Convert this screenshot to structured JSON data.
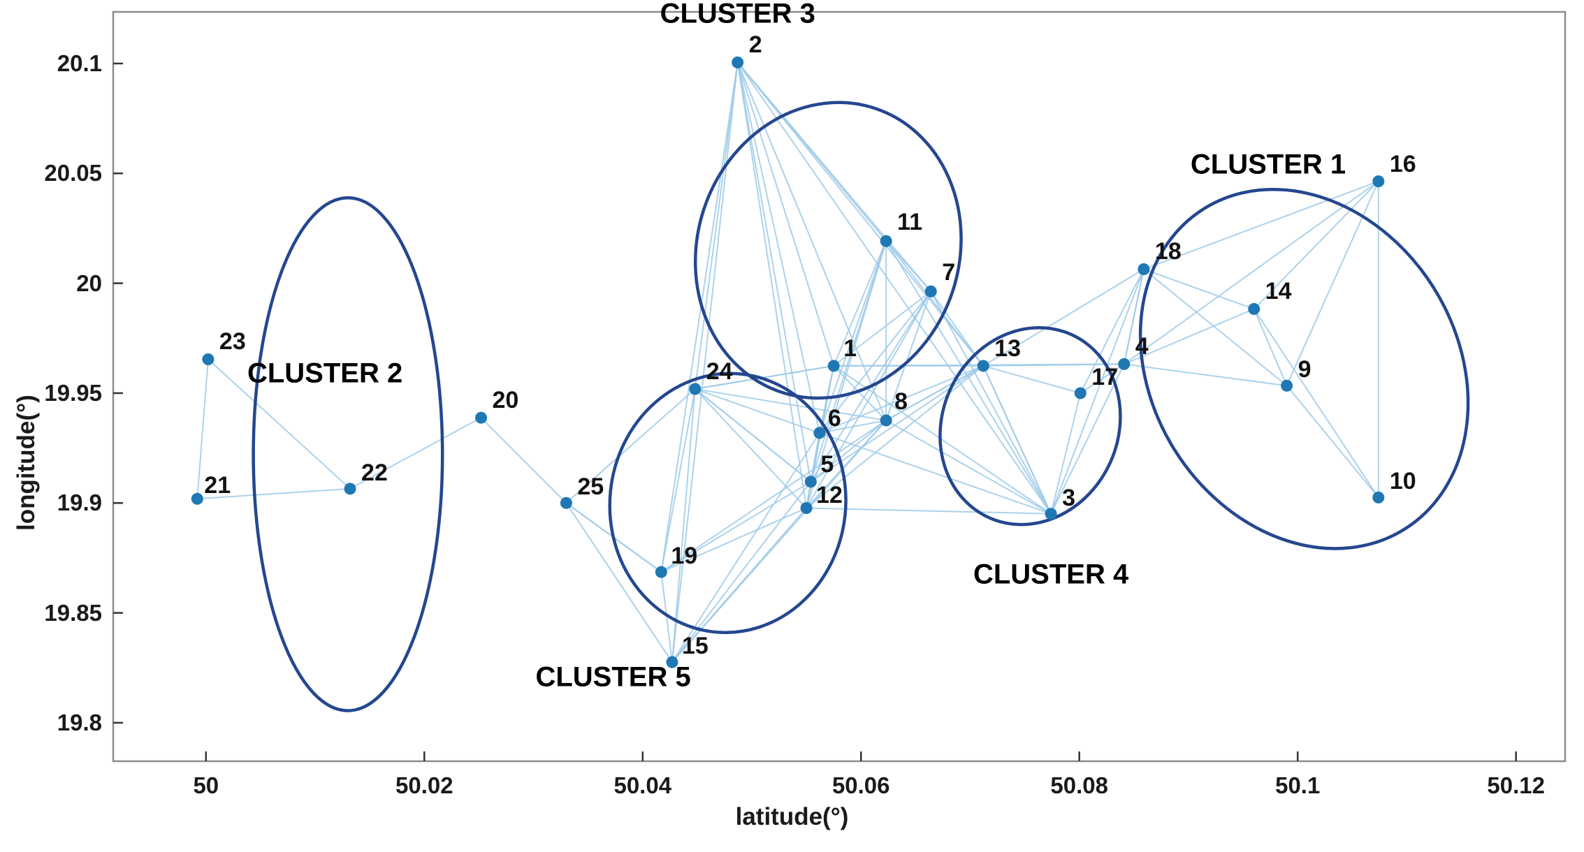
{
  "chart_data": {
    "type": "scatter",
    "title": "",
    "xlabel": "latitude(°)",
    "ylabel": "longitude(°)",
    "xlim": [
      49.9915,
      50.1245
    ],
    "ylim": [
      19.7825,
      20.1235
    ],
    "xticks": [
      50,
      50.02,
      50.04,
      50.06,
      50.08,
      50.1,
      50.12
    ],
    "xticklabels": [
      "50",
      "50.02",
      "50.04",
      "50.06",
      "50.08",
      "50.1",
      "50.12"
    ],
    "yticks": [
      19.8,
      19.85,
      19.9,
      19.95,
      20,
      20.05,
      20.1
    ],
    "yticklabels": [
      "19.8",
      "19.85",
      "19.9",
      "19.95",
      "20",
      "20.05",
      "20.1"
    ],
    "grid": false,
    "legend": "none",
    "marker_color": "#1f77b4",
    "edge_color": "#9ecae8",
    "ellipse_color": "#24478f",
    "points": [
      {
        "id": "1",
        "x": 50.0575,
        "y": 19.9624,
        "cluster": 3,
        "lx": 14,
        "ly": -42
      },
      {
        "id": "2",
        "x": 50.0487,
        "y": 20.1005,
        "cluster": 3,
        "lx": 16,
        "ly": -42
      },
      {
        "id": "3",
        "x": 50.0774,
        "y": 19.8951,
        "cluster": 4,
        "lx": 16,
        "ly": -40
      },
      {
        "id": "4",
        "x": 50.0841,
        "y": 19.9632,
        "cluster": 4,
        "lx": 16,
        "ly": -42
      },
      {
        "id": "5",
        "x": 50.0554,
        "y": 19.9097,
        "cluster": 3,
        "lx": 14,
        "ly": -42
      },
      {
        "id": "6",
        "x": 50.0562,
        "y": 19.9319,
        "cluster": 3,
        "lx": 12,
        "ly": -38
      },
      {
        "id": "7",
        "x": 50.0664,
        "y": 19.9963,
        "cluster": 3,
        "lx": 16,
        "ly": -44
      },
      {
        "id": "8",
        "x": 50.0623,
        "y": 19.9376,
        "cluster": 3,
        "lx": 12,
        "ly": -44
      },
      {
        "id": "9",
        "x": 50.099,
        "y": 19.9534,
        "cluster": 1,
        "lx": 16,
        "ly": -40
      },
      {
        "id": "10",
        "x": 50.1074,
        "y": 19.9025,
        "cluster": 1,
        "lx": 16,
        "ly": -40
      },
      {
        "id": "11",
        "x": 50.0623,
        "y": 20.0192,
        "cluster": 3,
        "lx": 16,
        "ly": -44
      },
      {
        "id": "12",
        "x": 50.055,
        "y": 19.8977,
        "cluster": 3,
        "lx": 14,
        "ly": -36
      },
      {
        "id": "13",
        "x": 50.0712,
        "y": 19.9624,
        "cluster": 4,
        "lx": 16,
        "ly": -42
      },
      {
        "id": "14",
        "x": 50.096,
        "y": 19.9883,
        "cluster": 1,
        "lx": 16,
        "ly": -42
      },
      {
        "id": "15",
        "x": 50.0427,
        "y": 19.8276,
        "cluster": 5,
        "lx": 14,
        "ly": -40
      },
      {
        "id": "16",
        "x": 50.1074,
        "y": 20.0464,
        "cluster": 1,
        "lx": 16,
        "ly": -42
      },
      {
        "id": "17",
        "x": 50.0801,
        "y": 19.95,
        "cluster": 4,
        "lx": 16,
        "ly": -40
      },
      {
        "id": "18",
        "x": 50.0859,
        "y": 20.0064,
        "cluster": 1,
        "lx": 16,
        "ly": -42
      },
      {
        "id": "19",
        "x": 50.0417,
        "y": 19.8686,
        "cluster": 5,
        "lx": 14,
        "ly": -40
      },
      {
        "id": "20",
        "x": 50.0252,
        "y": 19.9388,
        "cluster": 2,
        "lx": 16,
        "ly": -42
      },
      {
        "id": "21",
        "x": 49.9992,
        "y": 19.9019,
        "cluster": 2,
        "lx": 10,
        "ly": -36
      },
      {
        "id": "22",
        "x": 50.0132,
        "y": 19.9065,
        "cluster": 2,
        "lx": 16,
        "ly": -40
      },
      {
        "id": "23",
        "x": 50.0002,
        "y": 19.9654,
        "cluster": 2,
        "lx": 16,
        "ly": -42
      },
      {
        "id": "24",
        "x": 50.0448,
        "y": 19.9519,
        "cluster": 5,
        "lx": 16,
        "ly": -42
      },
      {
        "id": "25",
        "x": 50.033,
        "y": 19.9,
        "cluster": 5,
        "lx": 16,
        "ly": -40
      }
    ],
    "edges": [
      [
        "2",
        "1"
      ],
      [
        "2",
        "5"
      ],
      [
        "2",
        "6"
      ],
      [
        "2",
        "8"
      ],
      [
        "2",
        "12"
      ],
      [
        "2",
        "15"
      ],
      [
        "2",
        "19"
      ],
      [
        "2",
        "24"
      ],
      [
        "2",
        "11"
      ],
      [
        "2",
        "7"
      ],
      [
        "2",
        "13"
      ],
      [
        "2",
        "3"
      ],
      [
        "11",
        "1"
      ],
      [
        "11",
        "5"
      ],
      [
        "11",
        "6"
      ],
      [
        "11",
        "8"
      ],
      [
        "11",
        "7"
      ],
      [
        "11",
        "12"
      ],
      [
        "11",
        "3"
      ],
      [
        "11",
        "13"
      ],
      [
        "7",
        "1"
      ],
      [
        "7",
        "8"
      ],
      [
        "7",
        "6"
      ],
      [
        "7",
        "5"
      ],
      [
        "7",
        "13"
      ],
      [
        "7",
        "3"
      ],
      [
        "7",
        "12"
      ],
      [
        "1",
        "8"
      ],
      [
        "1",
        "6"
      ],
      [
        "1",
        "5"
      ],
      [
        "1",
        "12"
      ],
      [
        "1",
        "13"
      ],
      [
        "1",
        "4"
      ],
      [
        "1",
        "24"
      ],
      [
        "1",
        "3"
      ],
      [
        "8",
        "6"
      ],
      [
        "8",
        "5"
      ],
      [
        "8",
        "12"
      ],
      [
        "8",
        "13"
      ],
      [
        "8",
        "3"
      ],
      [
        "8",
        "24"
      ],
      [
        "8",
        "19"
      ],
      [
        "8",
        "15"
      ],
      [
        "6",
        "5"
      ],
      [
        "6",
        "12"
      ],
      [
        "6",
        "3"
      ],
      [
        "6",
        "24"
      ],
      [
        "6",
        "15"
      ],
      [
        "5",
        "12"
      ],
      [
        "5",
        "24"
      ],
      [
        "5",
        "19"
      ],
      [
        "5",
        "15"
      ],
      [
        "12",
        "24"
      ],
      [
        "12",
        "19"
      ],
      [
        "12",
        "15"
      ],
      [
        "12",
        "3"
      ],
      [
        "24",
        "19"
      ],
      [
        "24",
        "15"
      ],
      [
        "24",
        "25"
      ],
      [
        "24",
        "1"
      ],
      [
        "24",
        "5"
      ],
      [
        "19",
        "15"
      ],
      [
        "19",
        "25"
      ],
      [
        "25",
        "20"
      ],
      [
        "25",
        "15"
      ],
      [
        "25",
        "19"
      ],
      [
        "20",
        "22"
      ],
      [
        "22",
        "21"
      ],
      [
        "22",
        "23"
      ],
      [
        "23",
        "21"
      ],
      [
        "13",
        "3"
      ],
      [
        "13",
        "17"
      ],
      [
        "13",
        "4"
      ],
      [
        "13",
        "18"
      ],
      [
        "17",
        "3"
      ],
      [
        "17",
        "4"
      ],
      [
        "17",
        "18"
      ],
      [
        "3",
        "4"
      ],
      [
        "3",
        "18"
      ],
      [
        "3",
        "13"
      ],
      [
        "4",
        "18"
      ],
      [
        "4",
        "14"
      ],
      [
        "4",
        "9"
      ],
      [
        "4",
        "16"
      ],
      [
        "18",
        "14"
      ],
      [
        "18",
        "9"
      ],
      [
        "18",
        "16"
      ],
      [
        "18",
        "4"
      ],
      [
        "14",
        "9"
      ],
      [
        "14",
        "16"
      ],
      [
        "14",
        "10"
      ],
      [
        "9",
        "16"
      ],
      [
        "9",
        "10"
      ],
      [
        "16",
        "10"
      ],
      [
        "13",
        "8"
      ],
      [
        "13",
        "6"
      ],
      [
        "13",
        "5"
      ],
      [
        "13",
        "12"
      ]
    ],
    "clusters": [
      {
        "id": 1,
        "label": "CLUSTER 1",
        "label_x": 50.0973,
        "label_y": 20.054,
        "cx": 50.1006,
        "cy": 19.961,
        "rx": 0.014,
        "ry": 0.086,
        "rot": -32
      },
      {
        "id": 2,
        "label": "CLUSTER 2",
        "label_x": 50.0109,
        "label_y": 19.9589,
        "cx": 50.013,
        "cy": 19.9222,
        "rx": 0.0235,
        "ry": 0.043,
        "rot": -90
      },
      {
        "id": 3,
        "label": "CLUSTER 3",
        "label_x": 50.0487,
        "label_y": 20.1225,
        "cx": 50.057,
        "cy": 20.015,
        "rx": 0.012,
        "ry": 0.068,
        "rot": 18
      },
      {
        "id": 4,
        "label": "CLUSTER 4",
        "label_x": 50.0774,
        "label_y": 19.8675,
        "cx": 50.0755,
        "cy": 19.935,
        "rx": 0.0092,
        "ry": 0.04,
        "rot": -66
      },
      {
        "id": 5,
        "label": "CLUSTER 5",
        "label_x": 50.0373,
        "label_y": 19.8205,
        "cx": 50.0478,
        "cy": 19.9,
        "rx": 0.0108,
        "ry": 0.059,
        "rot": 6
      }
    ]
  }
}
